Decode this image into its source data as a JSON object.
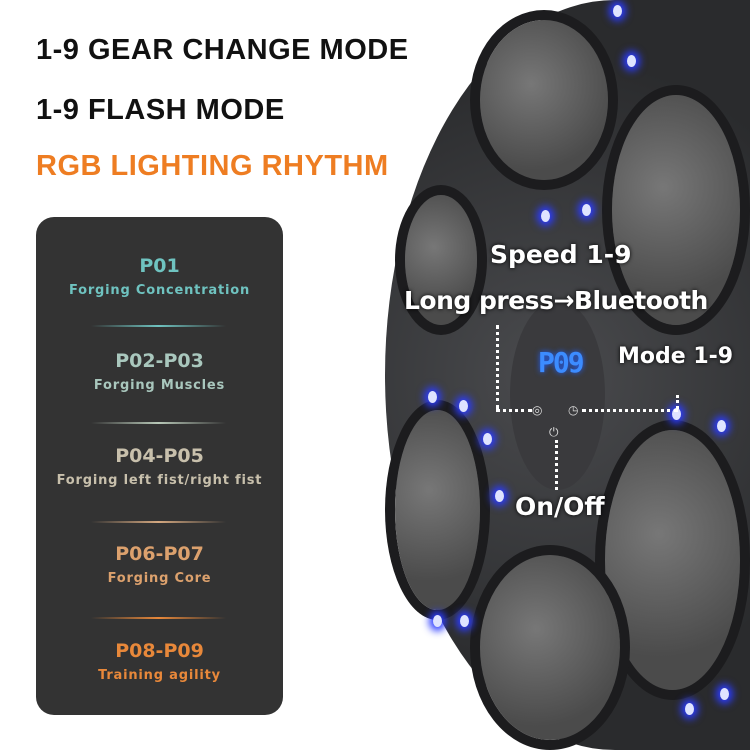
{
  "headlines": [
    "1-9 GEAR CHANGE MODE",
    "1-9 FLASH MODE",
    "RGB LIGHTING RHYTHM"
  ],
  "programs": [
    {
      "code": "P01",
      "desc": "Forging Concentration",
      "color": "#6fc3c0"
    },
    {
      "code": "P02-P03",
      "desc": "Forging Muscles",
      "color": "#a9c7bd"
    },
    {
      "code": "P04-P05",
      "desc": "Forging left fist/right fist",
      "color": "#c8c0ac"
    },
    {
      "code": "P06-P07",
      "desc": "Forging Core",
      "color": "#dca16d"
    },
    {
      "code": "P08-P09",
      "desc": "Training agility",
      "color": "#e8883a"
    }
  ],
  "device": {
    "display": "P09",
    "speed": "Speed 1-9",
    "bluetooth": "Long press→Bluetooth",
    "mode": "Mode 1-9",
    "power": "On/Off"
  },
  "colors": {
    "accent": "#ee7d22",
    "led": "#2c3cff"
  }
}
